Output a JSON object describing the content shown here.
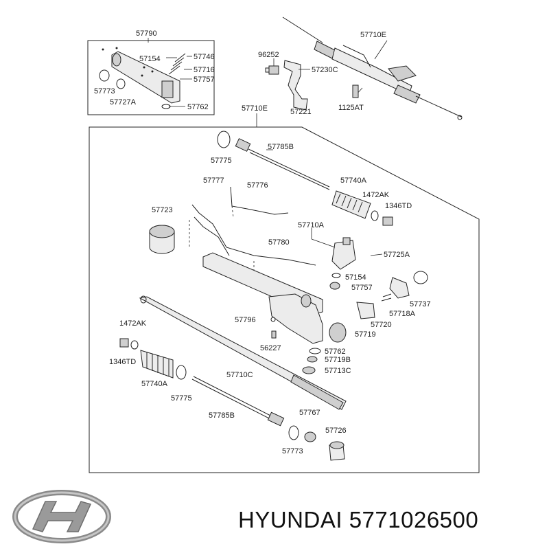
{
  "brand": "HYUNDAI",
  "part_number": "5771026500",
  "logo_name": "hyundai-logo",
  "labels": {
    "inset_top": "57790",
    "i154": "57154",
    "i746": "57746",
    "i716": "57716",
    "i757": "57757",
    "i773": "57773",
    "i727a": "57727A",
    "i762": "57762",
    "r252": "96252",
    "r710e_top": "57710E",
    "r230c": "57230C",
    "r221": "57221",
    "r1125": "1125AT",
    "m710e": "57710E",
    "m785b_top": "57785B",
    "m775_top": "57775",
    "m777": "57777",
    "m776": "57776",
    "m740a_top": "57740A",
    "m1472_top": "1472AK",
    "m1346_top": "1346TD",
    "m723": "57723",
    "m710a": "57710A",
    "m780": "57780",
    "m725a": "57725A",
    "m154": "57154",
    "m757": "57757",
    "m737": "57737",
    "m718a": "57718A",
    "m720": "57720",
    "m796": "57796",
    "m719": "57719",
    "m1472_left": "1472AK",
    "m227": "56227",
    "m762": "57762",
    "m719b": "57719B",
    "m1346_left": "1346TD",
    "m713c": "57713C",
    "m710c": "57710C",
    "m740a_left": "57740A",
    "m775_left": "57775",
    "m785b_bot": "57785B",
    "m767": "57767",
    "m726": "57726",
    "m773": "57773"
  }
}
